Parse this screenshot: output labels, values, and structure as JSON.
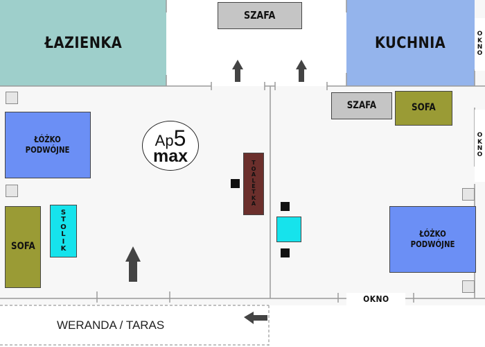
{
  "rooms": {
    "bathroom": "ŁAZIENKA",
    "kitchen": "KUCHNIA",
    "veranda": "WERANDA / TARAS"
  },
  "furniture": {
    "wardrobe_top": "SZAFA",
    "wardrobe_kitchen": "SZAFA",
    "sofa_kitchen": "SOFA",
    "sofa_left": "SOFA",
    "bed_left_line1": "ŁÓŻKO",
    "bed_left_line2": "PODWÓJNE",
    "bed_right_line1": "ŁÓŻKO",
    "bed_right_line2": "PODWÓJNE",
    "table": "STOLIK",
    "vanity": "TOALETKA"
  },
  "windows": {
    "kitchen": "OKNO",
    "right": "OKNO",
    "bottom": "OKNO"
  },
  "logo": {
    "prefix": "Ap",
    "number": "5",
    "suffix": "max"
  },
  "colors": {
    "bathroom": "#9ecfcb",
    "kitchen": "#94b4ec",
    "bed": "#6b8ff5",
    "sofa": "#9a9b35",
    "wardrobe": "#c5c5c5",
    "table": "#16e3ec",
    "vanity": "#6b2f2c",
    "floor": "#f7f7f7"
  }
}
